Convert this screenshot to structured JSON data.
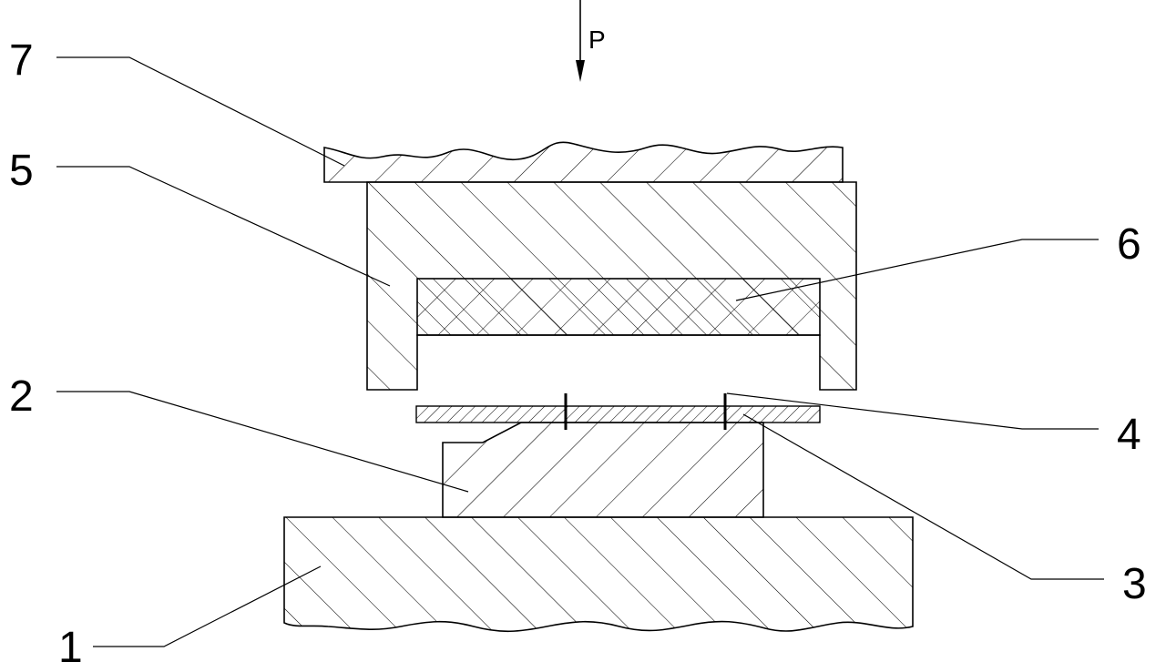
{
  "force_label": "P",
  "labels": {
    "l1": "1",
    "l2": "2",
    "l3": "3",
    "l4": "4",
    "l5": "5",
    "l6": "6",
    "l7": "7"
  },
  "colors": {
    "line": "#000000",
    "background": "#ffffff"
  }
}
